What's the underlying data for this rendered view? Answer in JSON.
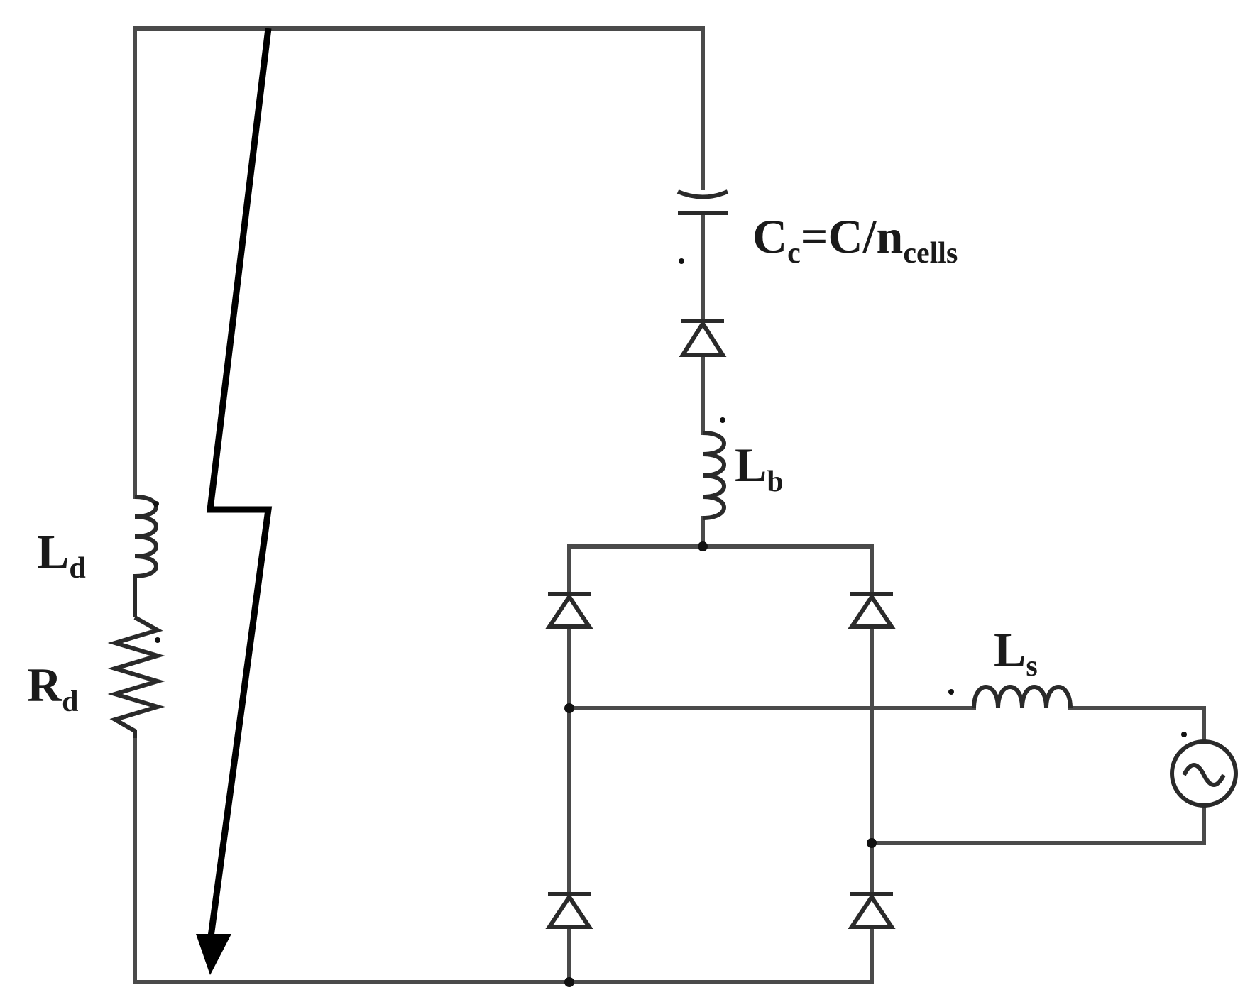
{
  "labels": {
    "capacitor": {
      "main": "C",
      "sub": "c",
      "rest": "=C/n",
      "rest_sub": "cells"
    },
    "inductor_b": {
      "main": "L",
      "sub": "b"
    },
    "inductor_d": {
      "main": "L",
      "sub": "d"
    },
    "resistor_d": {
      "main": "R",
      "sub": "d"
    },
    "inductor_s": {
      "main": "L",
      "sub": "s"
    }
  },
  "icons": {
    "source": "ac-source-icon",
    "diode": "diode-icon",
    "capacitor": "capacitor-icon",
    "inductor": "inductor-icon",
    "resistor": "resistor-icon",
    "arrow": "current-arrow-icon"
  }
}
